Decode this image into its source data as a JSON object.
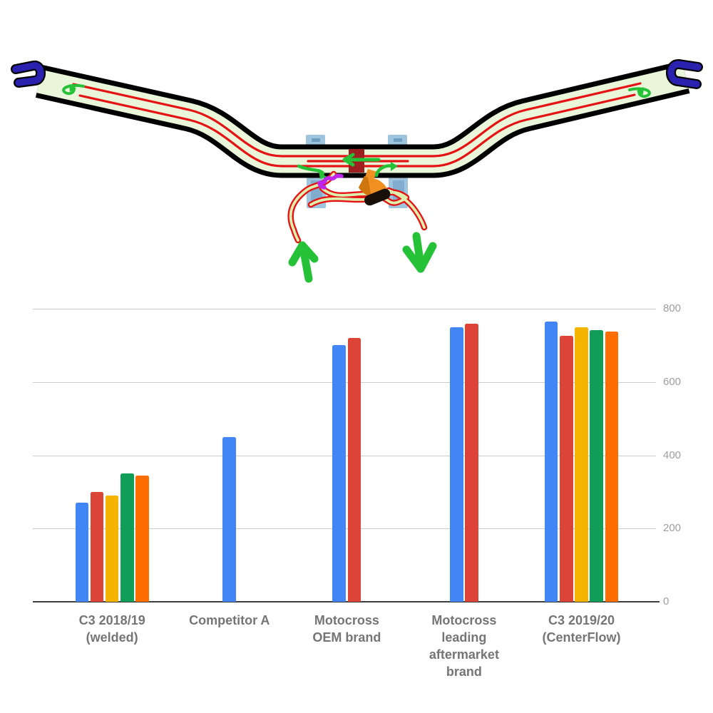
{
  "diagram": {
    "kind": "handlebar-internal-cable-routing-illustration",
    "colors": {
      "tube_fill": "#e9f6da",
      "tube_outline": "#000000",
      "cable_red": "#e51414",
      "cable_core": "#ddefae",
      "crossbar_red": "#9e1f1f",
      "end_cap_blue": "#2a22ae",
      "clamp_blue": "#9ec4de",
      "clamp_inner_blue": "#82accd",
      "clamp_dash_blue": "#6f9dc2",
      "arrow_green": "#25c238",
      "connector_purple": "#bf25ee",
      "cone_orange": "#f09020",
      "cone_shadow": "#cf750e",
      "grommet_black": "#181008"
    }
  },
  "chart_data": {
    "type": "bar",
    "title": "",
    "xlabel": "",
    "ylabel": "",
    "legend": "none",
    "gridlines": true,
    "axis_side": "right",
    "ylim": [
      0,
      800
    ],
    "yticks": [
      0,
      200,
      400,
      600,
      800
    ],
    "categories": [
      [
        "C3 2018/19",
        "(welded)"
      ],
      [
        "Competitor A"
      ],
      [
        "Motocross",
        "OEM brand"
      ],
      [
        "Motocross",
        "leading",
        "aftermarket",
        "brand"
      ],
      [
        "C3 2019/20",
        "(CenterFlow)"
      ]
    ],
    "series": [
      {
        "color": "#4285f4",
        "values": [
          270,
          450,
          700,
          750,
          765
        ]
      },
      {
        "color": "#db4437",
        "values": [
          300,
          null,
          720,
          760,
          727
        ]
      },
      {
        "color": "#f4b400",
        "values": [
          290,
          null,
          null,
          null,
          750
        ]
      },
      {
        "color": "#0f9d58",
        "values": [
          350,
          null,
          null,
          null,
          741
        ]
      },
      {
        "color": "#ff6d00",
        "values": [
          345,
          null,
          null,
          null,
          737
        ]
      }
    ]
  }
}
